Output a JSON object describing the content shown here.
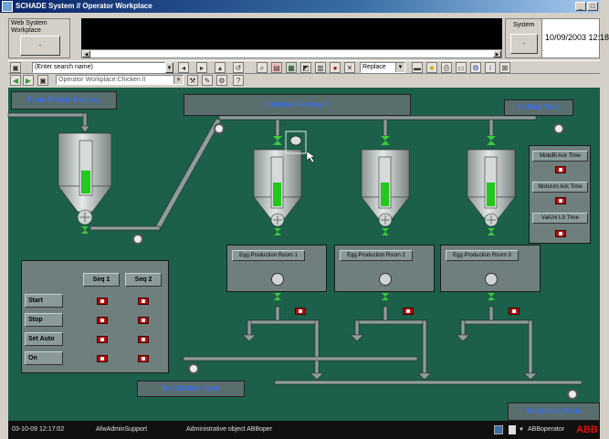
{
  "window": {
    "title": "SCHADE System // Operator Workplace"
  },
  "header": {
    "left_title": "Web System Workplace",
    "right_label": "System",
    "datetime": "10/09/2003 12:18"
  },
  "toolbar": {
    "search_placeholder": "(Enter search name)",
    "replace_value": "Replace"
  },
  "nav": {
    "workplace_value": "Operator Workplace:Chicken II"
  },
  "process": {
    "from_pellets": "From Pellets Factory",
    "chicken_factory": "Chicken Factory II",
    "to_fish_tank": "To Fish Tank",
    "to_chicken_farm": "To Chicken Farm",
    "to_omelet": "To Omelet Prod.",
    "rooms": [
      "Egg Production Room 1",
      "Egg Production Room 2",
      "Egg Production Room 3"
    ],
    "side_panel": [
      "MotoBi Ack Time",
      "MotoUni Ack Time",
      "ValUni LS Time"
    ],
    "seq_headers": [
      "Seq 1",
      "Seq 2"
    ],
    "seq_rows": [
      "Start",
      "Stop",
      "Set Auto",
      "On"
    ],
    "silo_levels": [
      0.45,
      0.5,
      0.5,
      0.5
    ]
  },
  "status_bar": {
    "timestamp": "03-10-09 12:17:02",
    "user": "AfwAdminSupport",
    "object": "Administrative object ABBoper",
    "operator": "ABBoperator",
    "brand": "ABB"
  },
  "colors": {
    "canvas": "#1c5f4a",
    "label_text": "#3c6ef0",
    "status_red": "#b01010",
    "level_green": "#22c81c"
  }
}
